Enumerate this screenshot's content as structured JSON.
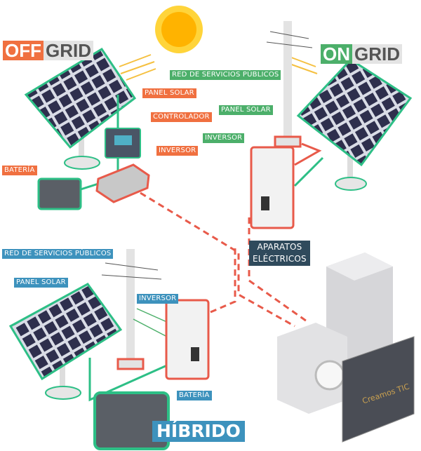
{
  "offgrid": {
    "title_part1": "OFF",
    "title_part2": "GRID",
    "labels": {
      "panel": "PANEL SOLAR",
      "controller": "CONTROLADOR",
      "inverter": "INVERSOR",
      "battery": "BATERÍA"
    }
  },
  "ongrid": {
    "title_part1": "ON",
    "title_part2": "GRID",
    "labels": {
      "grid": "RED DE SERVICIOS PÚBLICOS",
      "panel": "PANEL SOLAR",
      "inverter": "INVERSOR"
    }
  },
  "hybrid": {
    "title": "HÍBRIDO",
    "labels": {
      "grid": "RED DE SERVICIOS PÚBLICOS",
      "panel": "PANEL SOLAR",
      "inverter": "INVERSOR",
      "battery": "BATERÍA"
    }
  },
  "appliances": {
    "line1": "APARATOS",
    "line2": "ELÉCTRICOS"
  },
  "watermark": "Creamos TIC",
  "colors": {
    "offgrid": "#f07040",
    "ongrid": "#4caf6a",
    "hybrid": "#3d92bd",
    "appliances": "#2f4a5c",
    "cable_green": "#2dbf86",
    "cable_red": "#e85a4a"
  }
}
